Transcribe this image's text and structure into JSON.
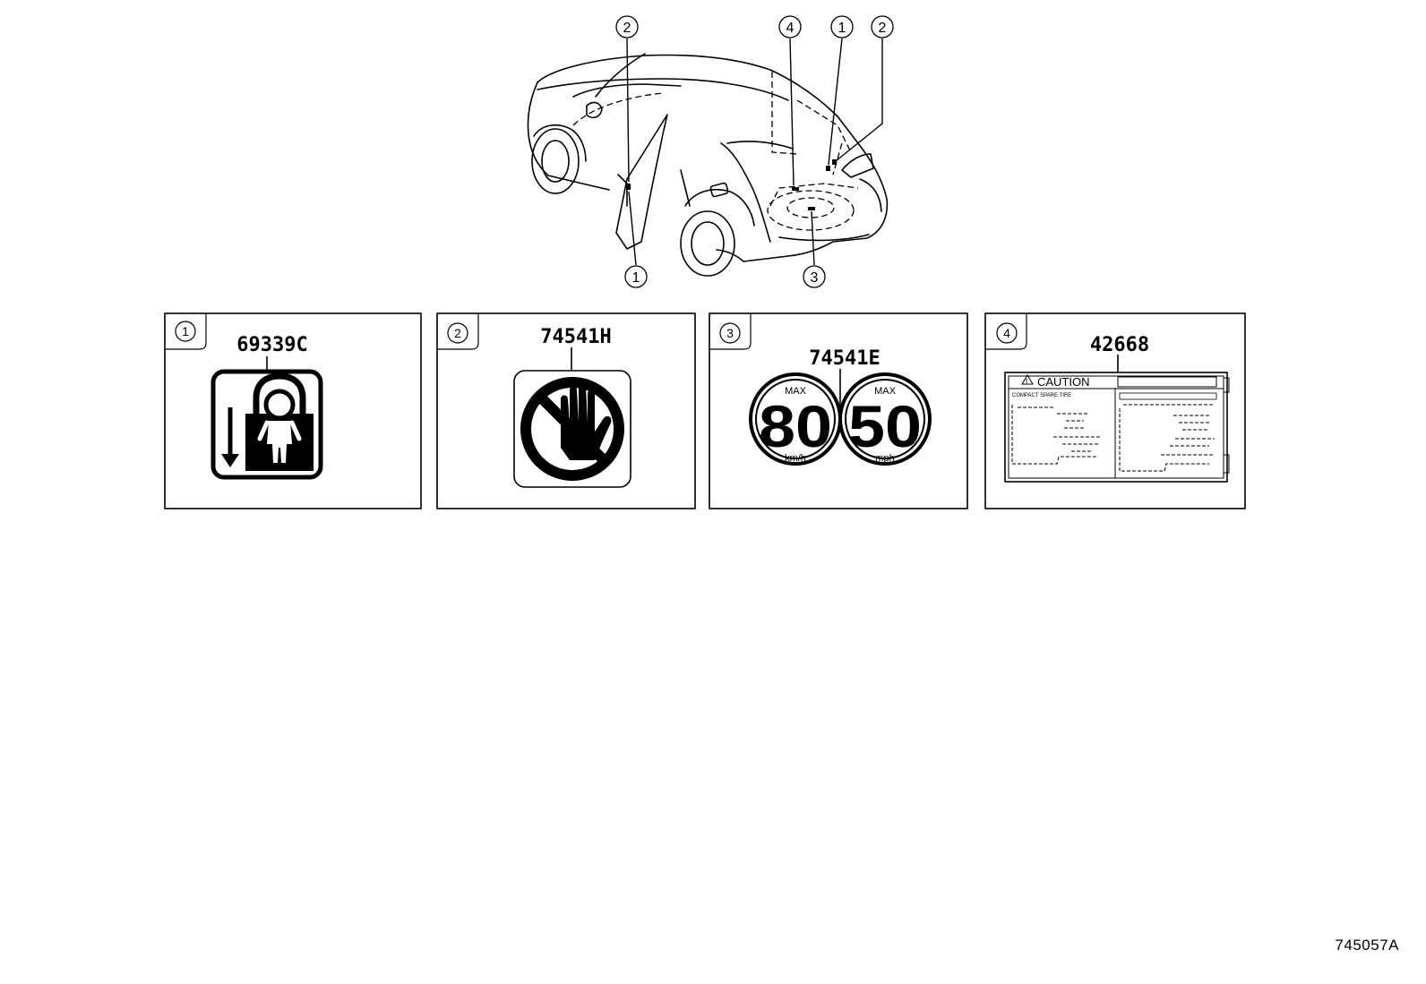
{
  "callouts": {
    "c1": "1",
    "c2": "2",
    "c3": "3",
    "c4": "4"
  },
  "panels": [
    {
      "index": "1",
      "part_number": "69339C",
      "icon": "child-lock-icon"
    },
    {
      "index": "2",
      "part_number": "74541H",
      "icon": "no-hand-icon"
    },
    {
      "index": "3",
      "part_number": "74541E",
      "icon": "speed-limit-icon"
    },
    {
      "index": "4",
      "part_number": "42668",
      "icon": "caution-label-icon"
    }
  ],
  "speed_label": {
    "left_max": "MAX",
    "left_value": "80",
    "left_unit": "km/h",
    "right_max": "MAX",
    "right_value": "50",
    "right_unit": "mph"
  },
  "caution_label": {
    "title": "CAUTION",
    "subtitle": "COMPACT SPARE TIRE"
  },
  "reference_code": "745057A",
  "colors": {
    "ink": "#000000",
    "paper": "#ffffff"
  }
}
